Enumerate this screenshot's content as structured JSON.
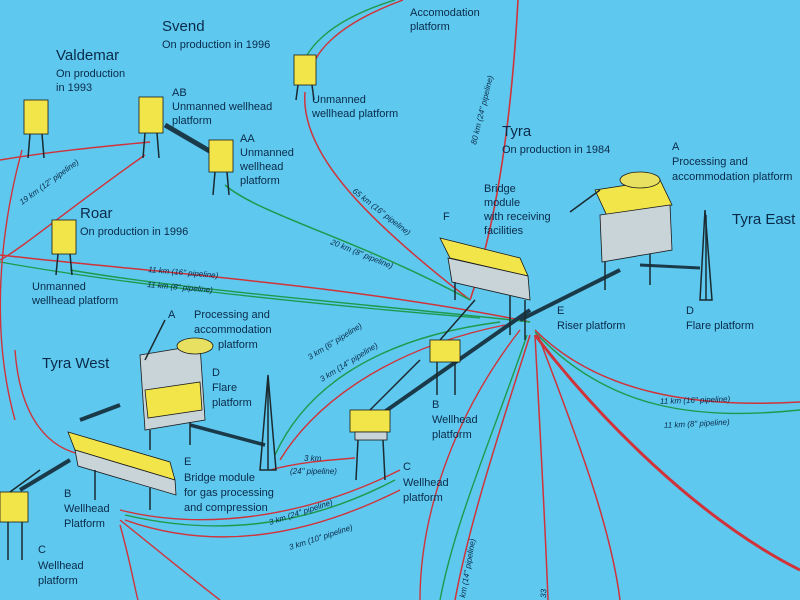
{
  "labels": {
    "accom_top": [
      "Accomodation",
      "platform"
    ],
    "svend_name": "Svend",
    "svend_prod": "On production in 1996",
    "svend_platform": [
      "Unmanned",
      "wellhead platform"
    ],
    "valdemar_name": "Valdemar",
    "valdemar_prod": [
      "On production",
      "in 1993"
    ],
    "valdemar_ab": [
      "AB",
      "Unmanned wellhead",
      "platform"
    ],
    "valdemar_aa": [
      "AA",
      "Unmanned",
      "wellhead",
      "platform"
    ],
    "roar_name": "Roar",
    "roar_prod": "On production in 1996",
    "roar_platform": [
      "Unmanned",
      "wellhead platform"
    ],
    "tyra_name": "Tyra",
    "tyra_prod": "On production in 1984",
    "tyra_bridge": [
      "Bridge",
      "module",
      "with receiving",
      "facilities"
    ],
    "tyra_bridge_letter": "F",
    "tyra_east": "Tyra East",
    "east_a": [
      "A",
      "Processing and",
      "accommodation platform"
    ],
    "east_d": [
      "D",
      "Flare platform"
    ],
    "east_e": [
      "E",
      "Riser platform"
    ],
    "east_b": [
      "B",
      "Wellhead",
      "platform"
    ],
    "east_c": [
      "C",
      "Wellhead",
      "platform"
    ],
    "tyra_west": "Tyra West",
    "west_a": [
      "A",
      "Processing and",
      "accommodation",
      "platform"
    ],
    "west_d": [
      "D",
      "Flare",
      "platform"
    ],
    "west_e": [
      "E",
      "Bridge module",
      "for gas processing",
      "and compression"
    ],
    "west_b": [
      "B",
      "Wellhead",
      "Platform"
    ],
    "west_c": [
      "C",
      "Wellhead",
      "platform"
    ]
  },
  "pipelines": {
    "p80_24": "80 km (24\" pipeline)",
    "p65_16": "65 km (16\" pipeline)",
    "p20_8": "20 km (8\" pipeline)",
    "p19_12": "19 km (12\" pipeline)",
    "p11_16_left": "11 km (16\" pipeline)",
    "p11_8_left": "11 km (8\" pipeline)",
    "p3_6": "3 km (6\" pipeline)",
    "p3_14": "3 km (14\" pipeline)",
    "p3_24_short": [
      "3 km",
      "(24\" pipeline)"
    ],
    "p11_16_right": "11 km (16\" pipeline)",
    "p11_8_right": "11 km (8\" pipeline)",
    "p3_24": "3 km (24\" pipeline)",
    "p3_10": "3 km (10\" pipeline)",
    "p_bottom_14": "km (14\" pipeline)",
    "p_bottom_33": "33"
  },
  "colors": {
    "sea": "#5ec8ee",
    "oil_line": "#d0333a",
    "gas_line": "#1f9a4c",
    "deck": "#f2e54a",
    "text": "#0a2a4a"
  }
}
